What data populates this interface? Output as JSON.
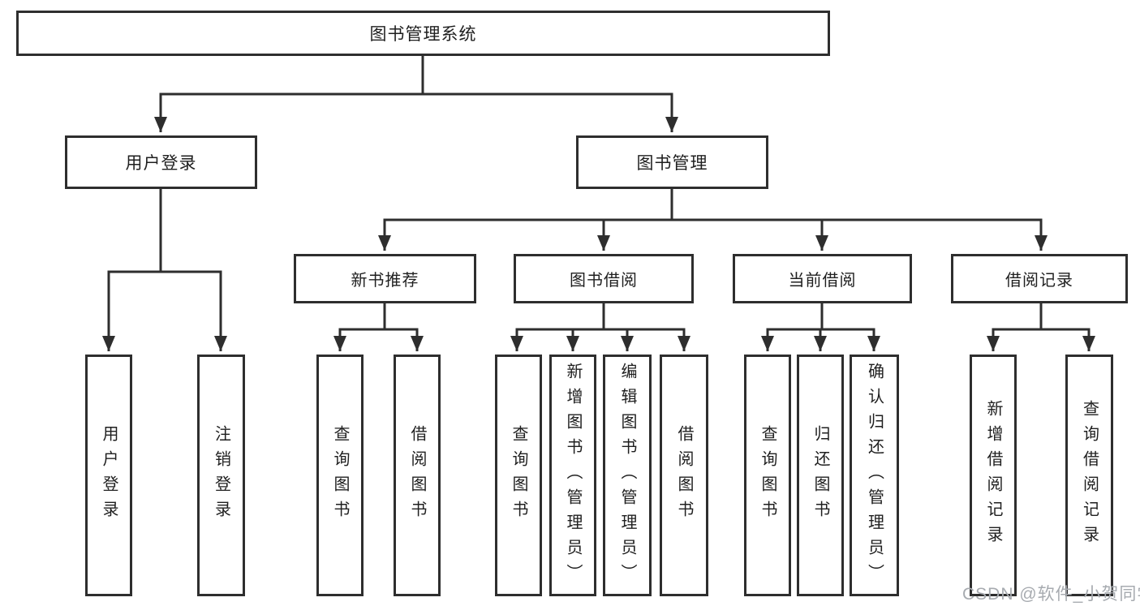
{
  "diagram": {
    "root_label": "图书管理系统",
    "user_login": {
      "label": "用户登录",
      "children": [
        {
          "label": "用户登录"
        },
        {
          "label": "注销登录"
        }
      ]
    },
    "book_mgmt": {
      "label": "图书管理",
      "modules": [
        {
          "label": "新书推荐",
          "children": [
            {
              "label": "查询图书"
            },
            {
              "label": "借阅图书"
            }
          ]
        },
        {
          "label": "图书借阅",
          "children": [
            {
              "label": "查询图书"
            },
            {
              "label": "新增图书（管理员）"
            },
            {
              "label": "编辑图书（管理员）"
            },
            {
              "label": "借阅图书"
            }
          ]
        },
        {
          "label": "当前借阅",
          "children": [
            {
              "label": "查询图书"
            },
            {
              "label": "归还图书"
            },
            {
              "label": "确认归还（管理员）"
            }
          ]
        },
        {
          "label": "借阅记录",
          "children": [
            {
              "label": "新增借阅记录"
            },
            {
              "label": "查询借阅记录"
            }
          ]
        }
      ]
    },
    "colors": {
      "line": "#2e2e2e",
      "text": "#1f1f1f",
      "watermark": "#a7abb0",
      "background": "#ffffff"
    }
  },
  "watermark_text": "CSDN @软件_小贺同学"
}
